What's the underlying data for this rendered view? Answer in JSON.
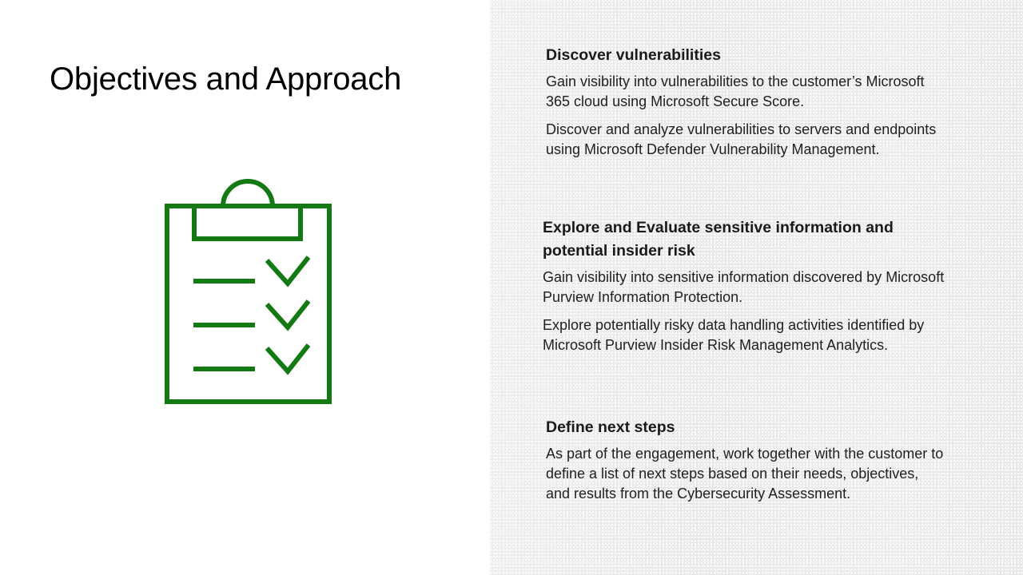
{
  "slide": {
    "title": "Objectives and Approach",
    "accent_color": "#137a13",
    "panel_background": "#e9e9e9",
    "left_background": "#ffffff",
    "text_color": "#1f1f1f"
  },
  "illustration": {
    "name": "clipboard-checklist",
    "color": "#137a13",
    "checkmark_count": 3,
    "line_count": 3
  },
  "content": {
    "blocks": [
      {
        "id": "discover",
        "heading": "Discover vulnerabilities",
        "paragraphs": [
          "Gain visibility into vulnerabilities to the customer’s Microsoft 365 cloud using Microsoft Secure Score.",
          "Discover and analyze vulnerabilities to servers and endpoints using Microsoft Defender Vulnerability Management."
        ]
      },
      {
        "id": "explore",
        "heading": "Explore and Evaluate sensitive information and potential insider risk",
        "paragraphs": [
          "Gain visibility into sensitive information discovered by Microsoft Purview Information Protection.",
          "Explore potentially risky data handling activities identified by Microsoft Purview Insider Risk Management Analytics."
        ]
      },
      {
        "id": "define",
        "heading": "Define next steps",
        "paragraphs": [
          "As part of the engagement, work together with the customer to define a list of next steps based on their needs, objectives, and results from the Cybersecurity Assessment."
        ]
      }
    ]
  }
}
